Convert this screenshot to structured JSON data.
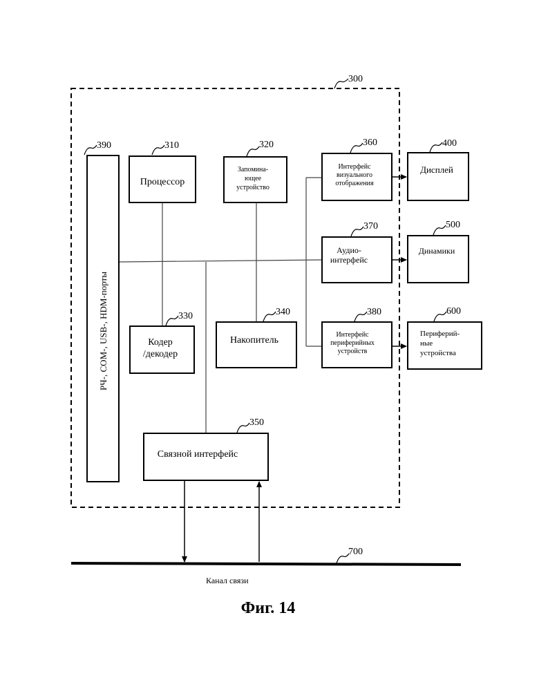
{
  "refs": {
    "system": "300",
    "processor": "310",
    "memory": "320",
    "codec": "330",
    "storage": "340",
    "comm": "350",
    "video_if": "360",
    "audio_if": "370",
    "periph_if": "380",
    "ports": "390",
    "display": "400",
    "speakers": "500",
    "peripherals": "600",
    "channel": "700"
  },
  "labels": {
    "processor": [
      "Процессор"
    ],
    "memory": [
      "Запомина-",
      "ющее",
      "устройство"
    ],
    "codec": [
      "Кодер",
      "/декодер"
    ],
    "storage": [
      "Накопитель"
    ],
    "comm": [
      "Связной интерфейс"
    ],
    "video_if": [
      "Интерфейс",
      "визуального",
      "отображения"
    ],
    "audio_if": [
      "Аудио-",
      "интерфейс"
    ],
    "periph_if": [
      "Интерфейс",
      "периферийных",
      "устройств"
    ],
    "ports": "РЧ-, COM-, USB-, HDM-порты",
    "display": [
      "Дисплей"
    ],
    "speakers": [
      "Динамики"
    ],
    "peripherals": [
      "Периферий-",
      "ные",
      "устройства"
    ],
    "channel": "Канал связи"
  },
  "caption": "Фиг. 14"
}
